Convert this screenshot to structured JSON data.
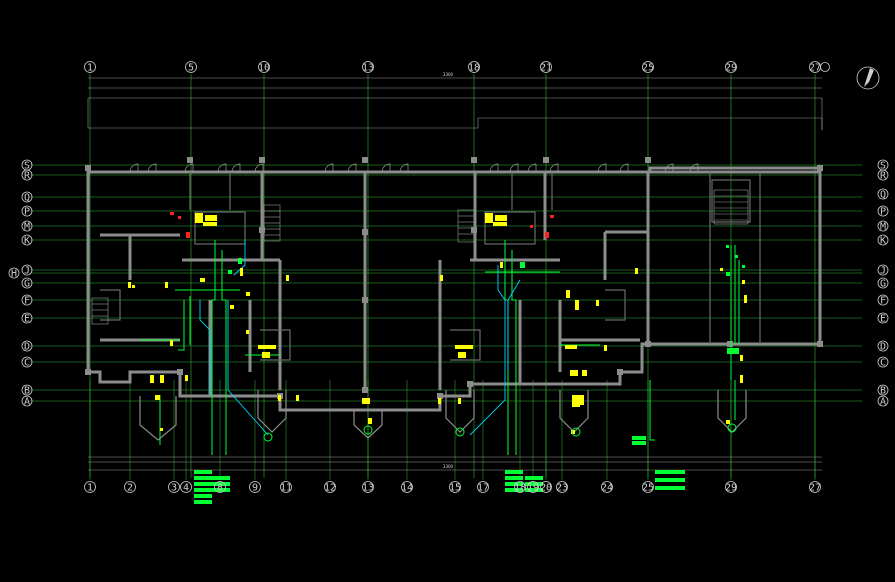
{
  "drawing": {
    "background": "#000000",
    "colors": {
      "grid": "#2fb82f",
      "wall": "#8c8c8c",
      "wall_thin": "#6a6a6a",
      "dim": "#9a9a9a",
      "pipe_green": "#00ff33",
      "pipe_cyan": "#00d5ff",
      "equip_yellow": "#ffff00",
      "equip_red": "#ff2020",
      "text": "#d8d8d8"
    },
    "top_axes": [
      "1",
      "5",
      "10",
      "13",
      "18",
      "21",
      "25",
      "29",
      "27"
    ],
    "bottom_axes": [
      "1",
      "2",
      "3",
      "4",
      "8",
      "9",
      "11",
      "12",
      "13",
      "14",
      "15",
      "17",
      "18",
      "19",
      "20",
      "23",
      "24",
      "25",
      "29",
      "27"
    ],
    "left_axes": [
      "S",
      "R",
      "Q",
      "P",
      "M",
      "K",
      "H",
      "J",
      "G",
      "F",
      "E",
      "D",
      "C",
      "B",
      "A"
    ],
    "right_axes": [
      "S",
      "R",
      "Q",
      "P",
      "M",
      "K",
      "J",
      "G",
      "F",
      "E",
      "D",
      "C",
      "B",
      "A"
    ],
    "overall_dimension": "3300",
    "north_arrow": "north-arrow-icon"
  }
}
